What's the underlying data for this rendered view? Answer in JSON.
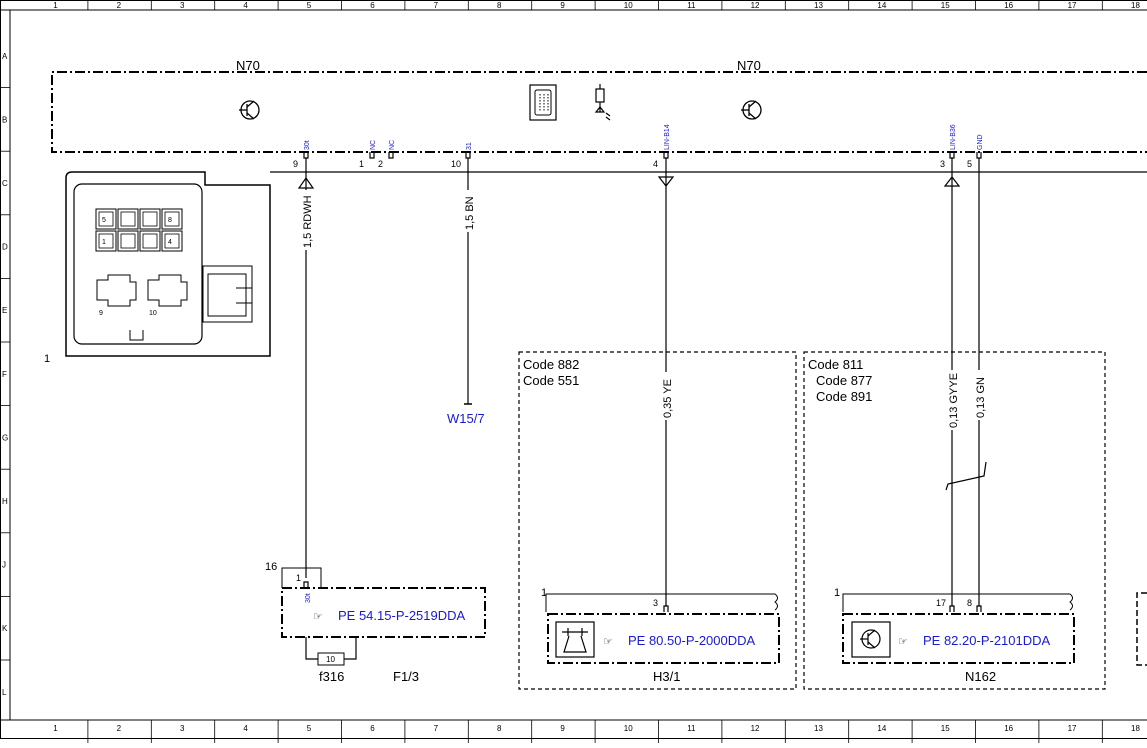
{
  "grid": {
    "columns": [
      "1",
      "2",
      "3",
      "4",
      "5",
      "6",
      "7",
      "8",
      "9",
      "10",
      "11",
      "12",
      "13",
      "14",
      "15",
      "16",
      "17",
      "18"
    ],
    "rows": [
      "A",
      "B",
      "C",
      "D",
      "E",
      "F",
      "G",
      "H",
      "J",
      "K",
      "L"
    ]
  },
  "module": {
    "name_left": "N70",
    "name_right": "N70",
    "connector_ref": "1",
    "connector_cells": [
      "5",
      "8",
      "1",
      "4",
      "9",
      "10"
    ]
  },
  "pins": [
    {
      "num": "9",
      "name": "30t"
    },
    {
      "num": "1",
      "name": "NC"
    },
    {
      "num": "2",
      "name": "NC"
    },
    {
      "num": "10",
      "name": "31"
    },
    {
      "num": "4",
      "name": "LIN-B14"
    },
    {
      "num": "3",
      "name": "LIN-B36"
    },
    {
      "num": "5",
      "name": "GND"
    }
  ],
  "wires": {
    "w1": "1,5 RDWH",
    "w2": "1,5 BN",
    "w3": "0,35 YE",
    "w4": "0,13 GYYE",
    "w5": "0,13 GN"
  },
  "ground": "W15/7",
  "fuse_block": {
    "connector": "16",
    "pin": "1",
    "pin_name": "30t",
    "ref": "PE 54.15-P-2519DDA",
    "fuse_num": "10",
    "fuse_name": "f316",
    "block_name": "F1/3"
  },
  "horn": {
    "codes": [
      "Code 882",
      "Code 551"
    ],
    "connector": "1",
    "pin": "3",
    "ref": "PE 80.50-P-2000DDA",
    "name": "H3/1"
  },
  "sensor": {
    "codes": [
      "Code 811",
      "Code 877",
      "Code 891"
    ],
    "connector": "1",
    "pin_a": "17",
    "pin_b": "8",
    "ref": "PE 82.20-P-2101DDA",
    "name": "N162"
  }
}
